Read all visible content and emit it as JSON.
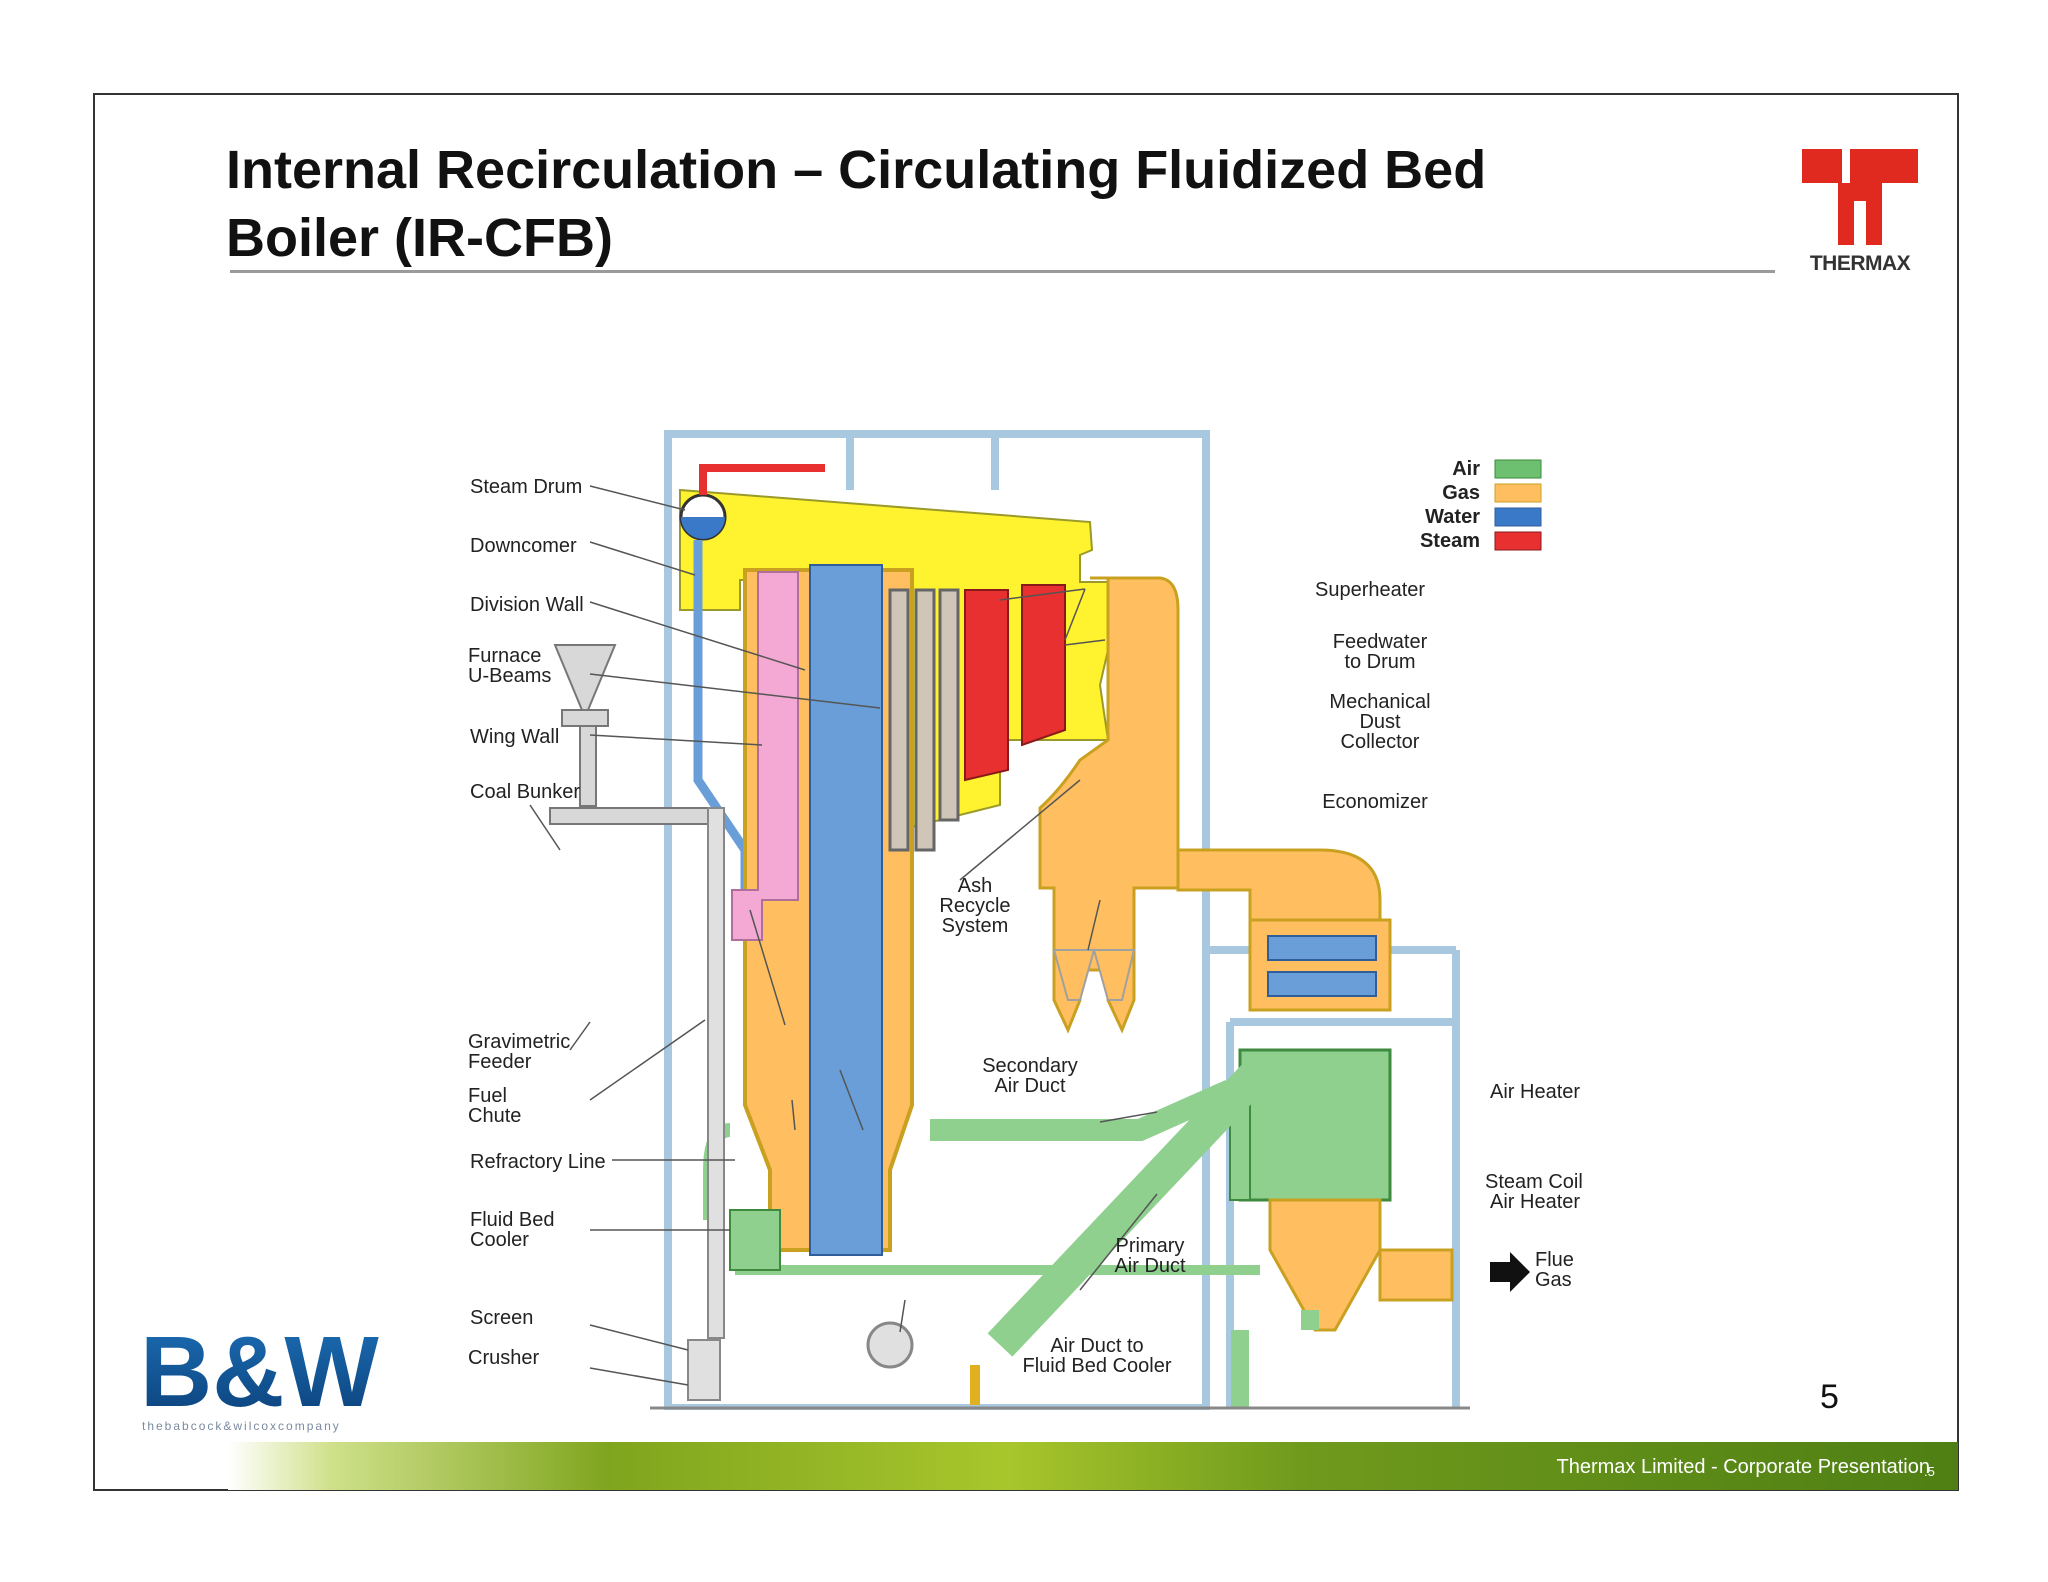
{
  "slide": {
    "title_line1": "Internal Recirculation – Circulating Fluidized Bed",
    "title_line2": "Boiler (IR-CFB)",
    "page_number": "5",
    "footer_text": "Thermax Limited - Corporate Presentation",
    "footer_page": ".5"
  },
  "logos": {
    "thermax": "THERMAX",
    "bw": "B&W",
    "bw_tagline": "thebabcock&wilcoxcompany"
  },
  "legend": {
    "items": [
      {
        "label": "Air",
        "color": "#6cc070"
      },
      {
        "label": "Gas",
        "color": "#ffbf60"
      },
      {
        "label": "Water",
        "color": "#3a78c8"
      },
      {
        "label": "Steam",
        "color": "#e83030"
      }
    ]
  },
  "labels": {
    "steam_drum": "Steam Drum",
    "downcomer": "Downcomer",
    "division_wall": "Division Wall",
    "furnace_1": "Furnace",
    "furnace_2": "U-Beams",
    "wing_wall": "Wing Wall",
    "coal_bunker": "Coal Bunker",
    "gravimetric_1": "Gravimetric",
    "gravimetric_2": "Feeder",
    "fuel_1": "Fuel",
    "fuel_2": "Chute",
    "refractory_line": "Refractory Line",
    "fluid_bed_1": "Fluid Bed",
    "fluid_bed_2": "Cooler",
    "screen": "Screen",
    "crusher": "Crusher",
    "superheater": "Superheater",
    "feedwater_1": "Feedwater",
    "feedwater_2": "to Drum",
    "mech_1": "Mechanical",
    "mech_2": "Dust",
    "mech_3": "Collector",
    "economizer": "Economizer",
    "ash_1": "Ash",
    "ash_2": "Recycle",
    "ash_3": "System",
    "secondary_1": "Secondary",
    "secondary_2": "Air Duct",
    "primary_1": "Primary",
    "primary_2": "Air Duct",
    "airduct_1": "Air Duct to",
    "airduct_2": "Fluid Bed Cooler",
    "air_heater": "Air Heater",
    "steam_coil_1": "Steam Coil",
    "steam_coil_2": "Air Heater",
    "flue_1": "Flue",
    "flue_2": "Gas"
  }
}
